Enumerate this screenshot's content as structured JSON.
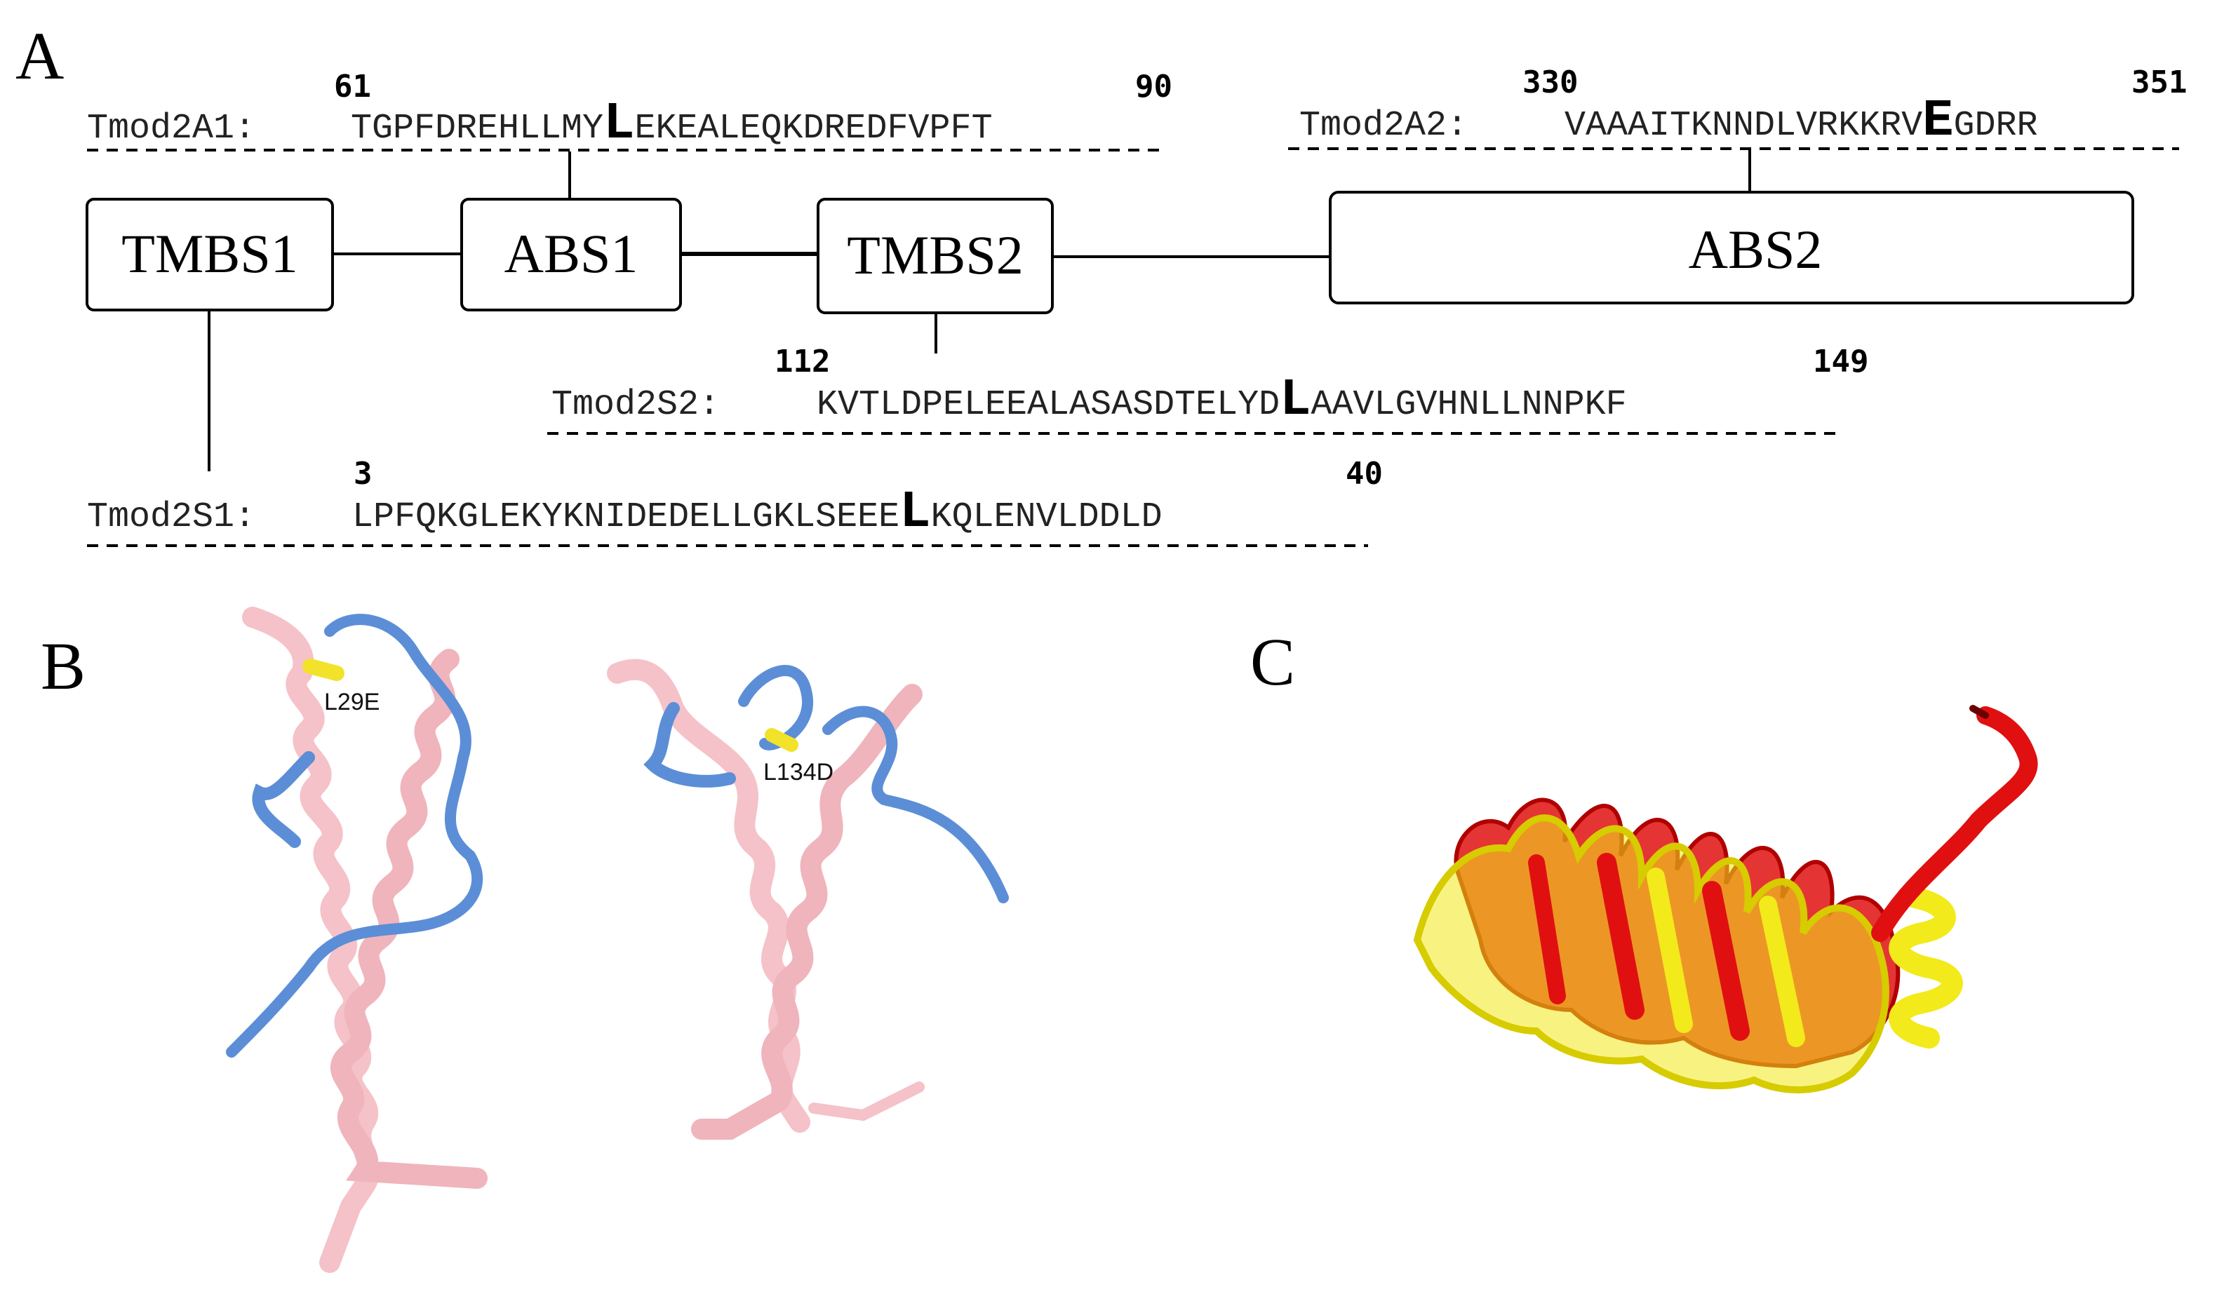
{
  "panels": {
    "a": "A",
    "b": "B",
    "c": "C"
  },
  "domains": {
    "tmbs1": "TMBS1",
    "abs1": "ABS1",
    "tmbs2": "TMBS2",
    "abs2": "ABS2"
  },
  "sequences": {
    "a1": {
      "name": "Tmod2A1:",
      "start": "61",
      "end": "90",
      "pre": "TGPFDREHLLMY",
      "mut": "L",
      "post": "EKEALEQKDREDFVPFT"
    },
    "a2": {
      "name": "Tmod2A2:",
      "start": "330",
      "end": "351",
      "pre": "VAAAITKNNDLVRKKRV",
      "mut": "E",
      "post": "GDRR"
    },
    "s2": {
      "name": "Tmod2S2:",
      "start": "112",
      "end": "149",
      "pre": "KVTLDPELEEALASASDTELYD",
      "mut": "L",
      "post": "AAVLGVHNLLNNPKF"
    },
    "s1": {
      "name": "Tmod2S1:",
      "start": "3",
      "end": "40",
      "pre": "LPFQKGLEKYKNIDEDELLGKLSEEE",
      "mut": "L",
      "post": "KQLENVLDDLD"
    }
  },
  "structures": {
    "left_label": "L29E",
    "right_label": "L134D"
  },
  "colors": {
    "helix_pink": "#f4c2c8",
    "loop_blue": "#5b8ed6",
    "mutation_yellow": "#f2e22a",
    "red_ribbon": "#e01010",
    "yellow_ribbon": "#f2ea1a"
  }
}
